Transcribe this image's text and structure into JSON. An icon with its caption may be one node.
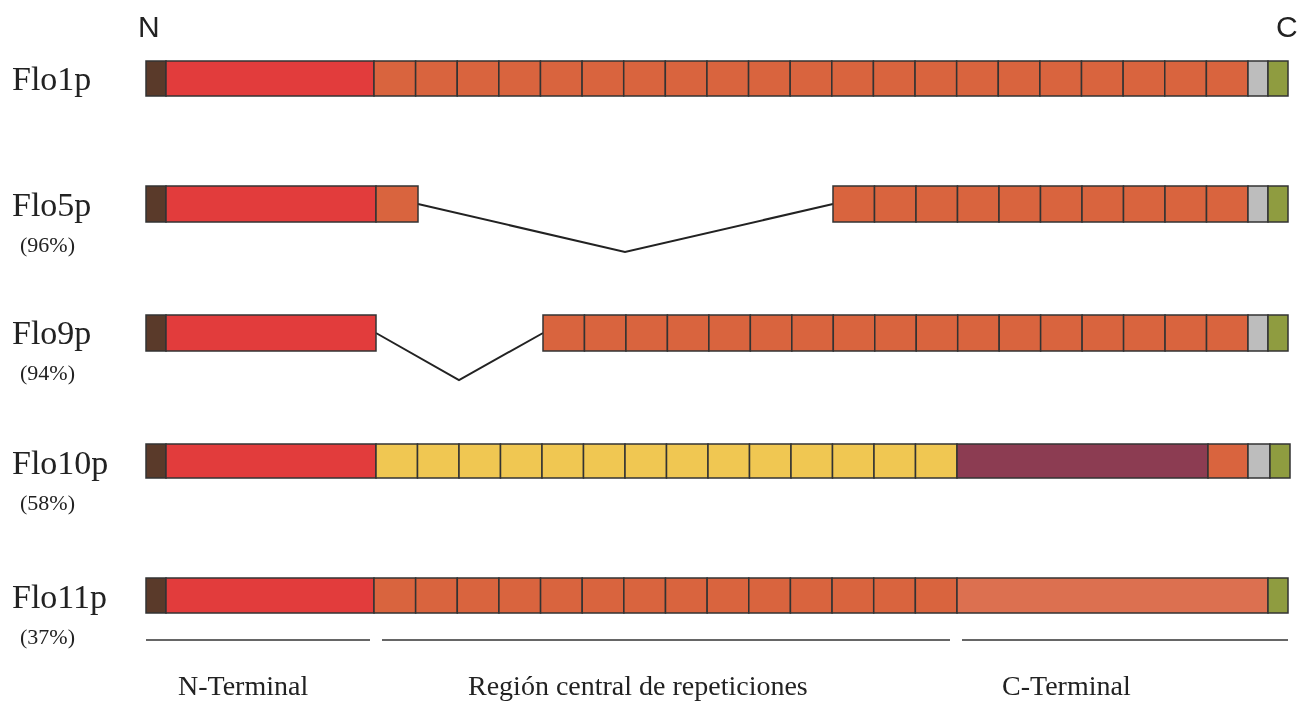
{
  "diagram": {
    "labels": [
      "N",
      "C",
      "Flo1p",
      "Flo5p",
      "(96%)",
      "Flo9p",
      "(94%)",
      "Flo10p",
      "(58%)",
      "Flo11p",
      "(37%)",
      "N-Terminal",
      "Región central de repeticiones",
      "C-Terminal"
    ]
  }
}
